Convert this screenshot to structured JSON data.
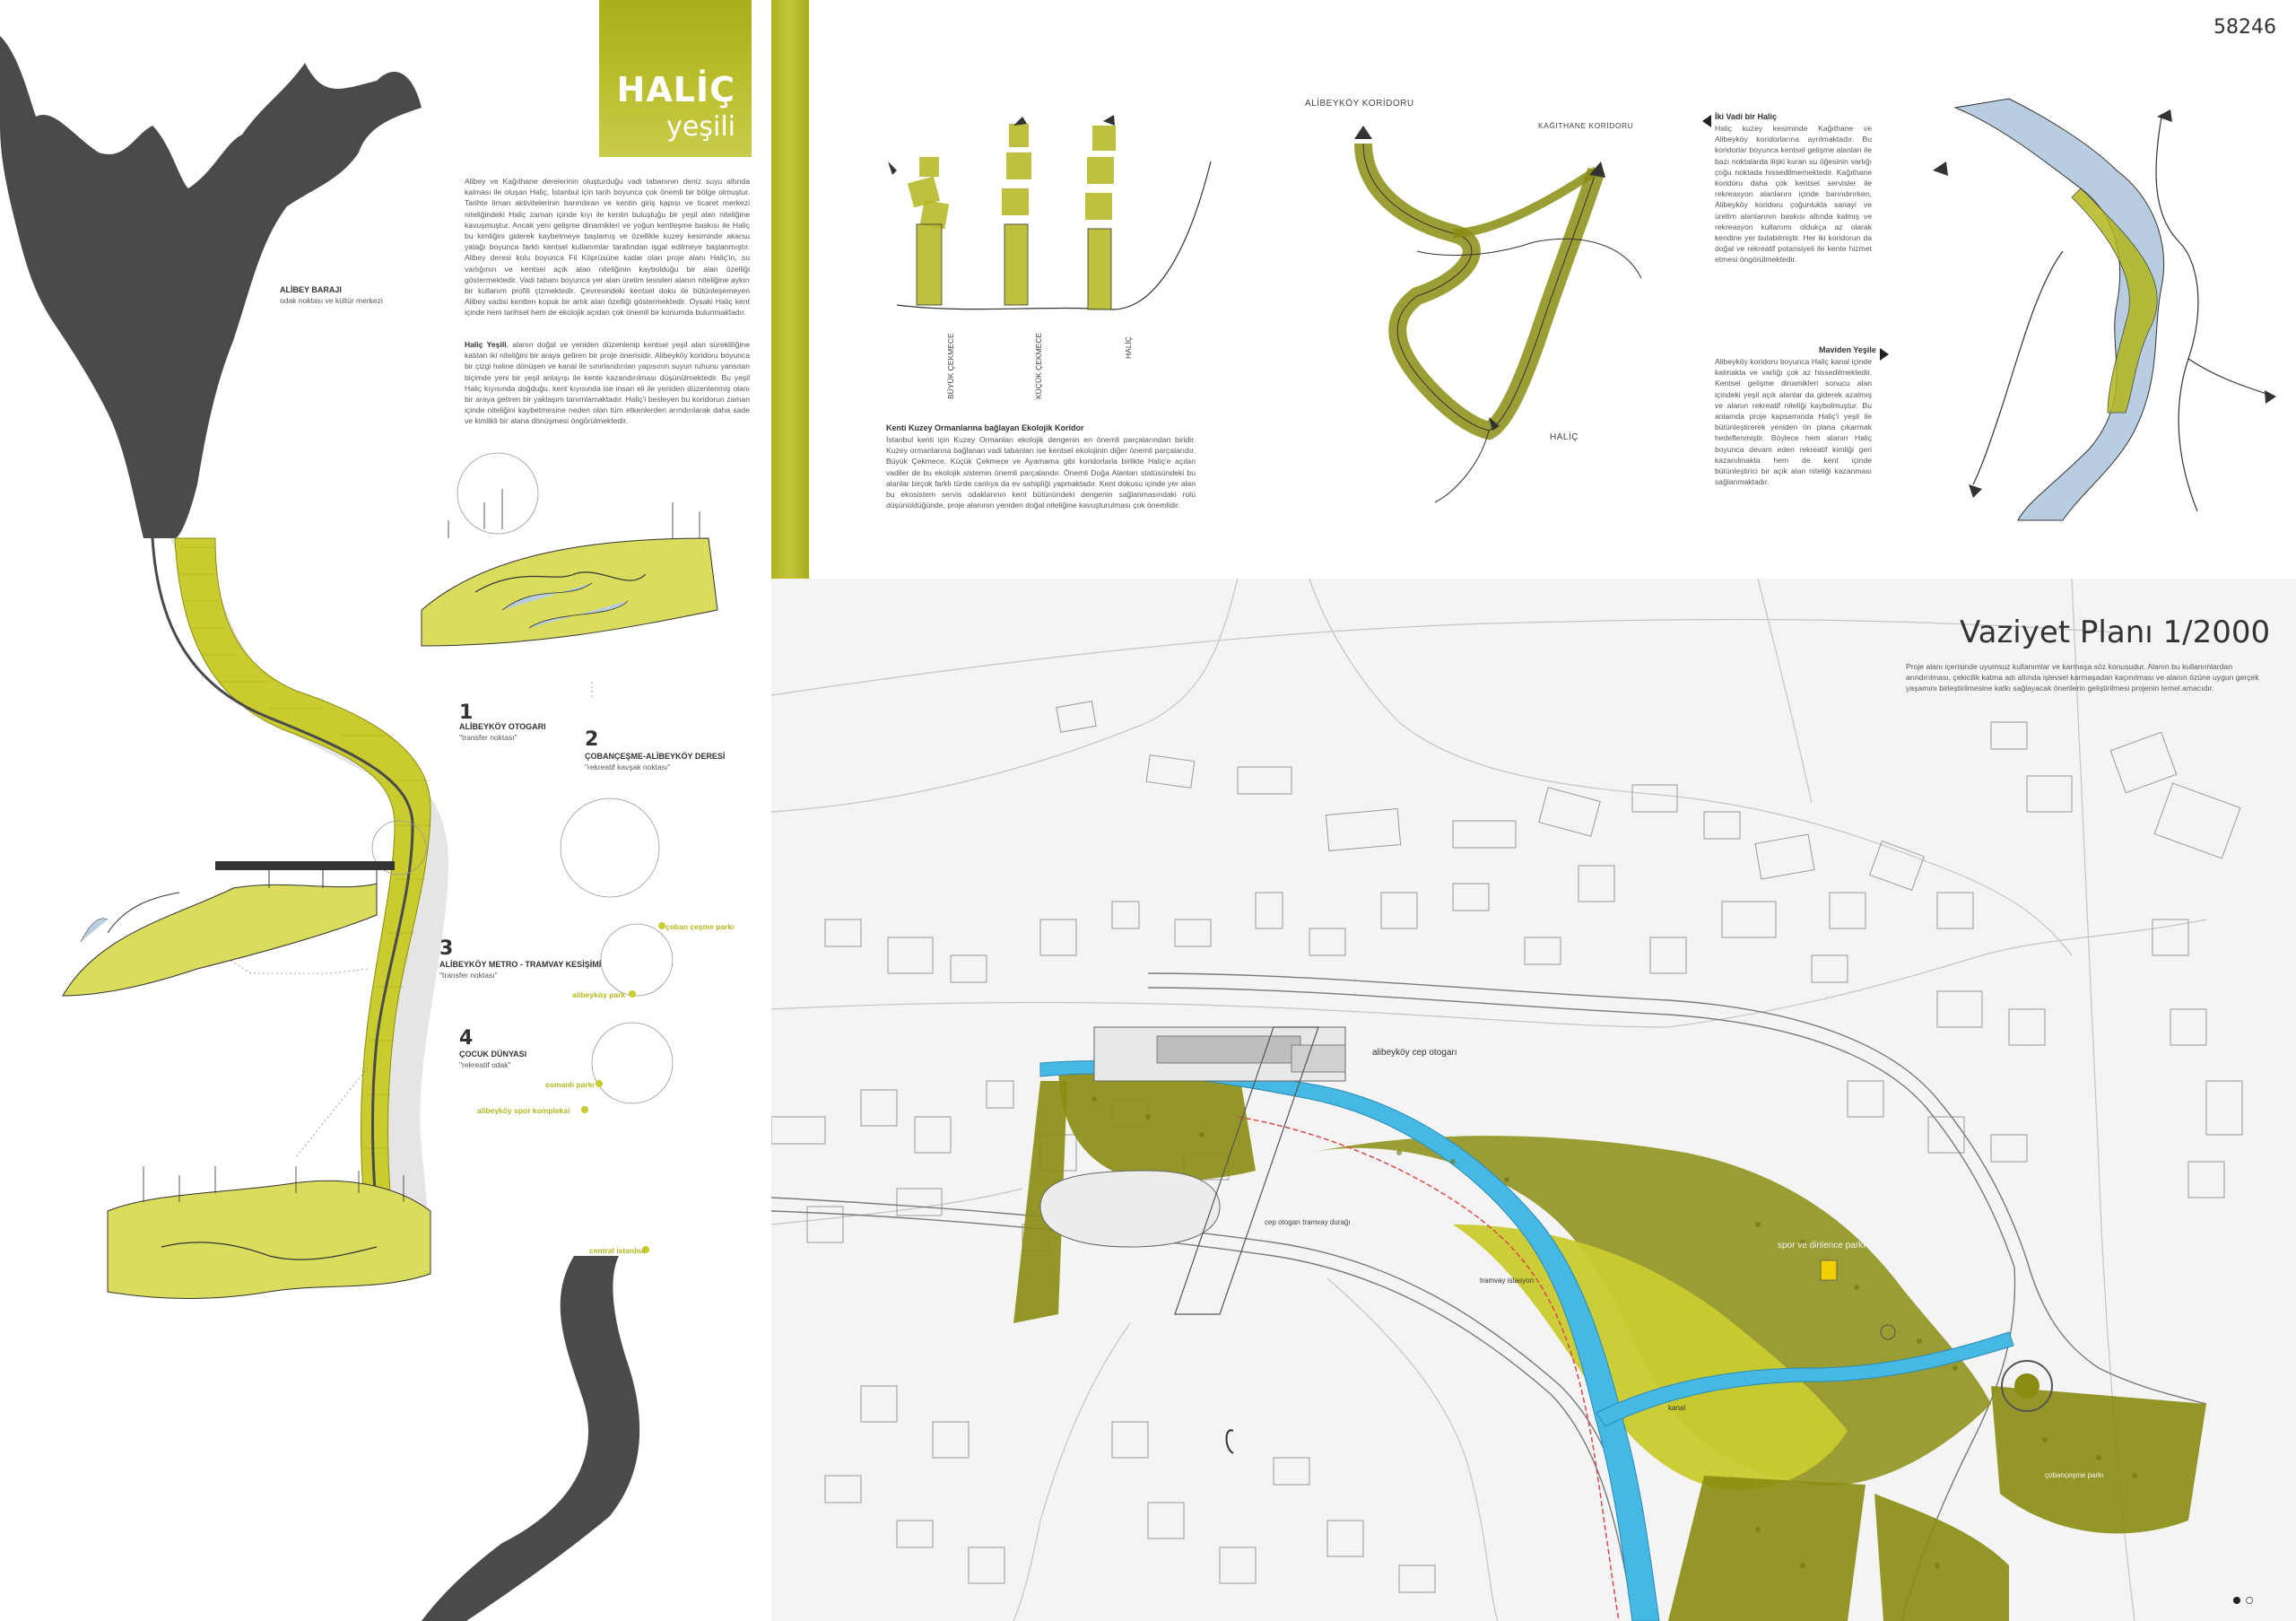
{
  "page_number": "58246",
  "title": {
    "main": "HALİÇ",
    "sub": "yeşili"
  },
  "intro": {
    "p1": "Alibey ve Kağıthane derelerinin oluşturduğu vadi tabanının deniz suyu altında kalması ile oluşan Haliç, İstanbul için tarih boyunca çok önemli bir bölge olmuştur. Tarihte liman aktivitelerinin barındıran ve kentin giriş kapısı ve ticaret merkezi niteliğindeki Haliç zaman içinde kıyı ile kentin buluştuğu bir yeşil alan niteliğine kavuşmuştur. Ancak yeni gelişme dinamikleri ve yoğun kentleşme baskısı ile Haliç bu kimliğini giderek kaybetmeye başlamış ve özellikle kuzey kesiminde akarsu yatağı boyunca farklı kentsel kullanımlar tarafından işgal edilmeye başlanmıştır. Alibey deresi kolu boyunca Fil Köprüsüne kadar olan proje alanı Haliç'in, su varlığının ve kentsel açık alan niteliğinin kaybolduğu bir alan özelliği göstermektedir. Vadi tabanı boyunca yer alan üretim tesisleri alanın niteliğine aykırı bir kullanım profili çizmektedir. Çevresindeki kentsel doku ile bütünleşemeyen Alibey vadisi kentten kopuk bir artık alan özelliği göstermektedir. Oysaki Haliç kent içinde hem tarihsel hem de ekolojik açıdan çok önemli bir konumda bulunmaktadır.",
    "p2_bold": "Haliç Yeşili",
    "p2": ", alanın doğal ve yeniden düzenlenip kentsel yeşil alan sürekliliğine katılan iki niteliğini bir araya getiren bir proje önerisidir. Alibeyköy koridoru boyunca bir çizgi haline dönüşen ve kanal ile sınırlandırılan yapısının suyun ruhunu yansıtan biçimde yeni bir yeşil anlayışı ile kente kazandırılması düşünülmektedir. Bu yeşil Haliç kıyısında doğduğu, kent kıyısında ise insan eli ile yeniden düzenlenmiş olanı bir araya getiren bir yaklaşım tanımlamaktadır. Haliç'i besleyen bu koridorun zaman içinde niteliğini kaybetmesine neden olan tüm etkenlerden arındırılarak daha sade ve kimlikli bir alana dönüşmesi öngörülmektedir."
  },
  "left_labels": {
    "alibey_title": "ALİBEY BARAJI",
    "alibey_sub": "odak noktası ve kültür merkezi",
    "n1": "1",
    "n1_title": "ALİBEYKÖY OTOGARI",
    "n1_sub": "\"transfer noktası\"",
    "n2": "2",
    "n2_title": "ÇOBANÇEŞME-ALİBEYKÖY DERESİ",
    "n2_sub": "\"rekreatif kavşak noktası\"",
    "n3": "3",
    "n3_title": "ALİBEYKÖY METRO - TRAMVAY KESİŞİMİ",
    "n3_sub": "\"transfer noktası\"",
    "n4": "4",
    "n4_title": "ÇOCUK DÜNYASI",
    "n4_sub": "\"rekreatif odak\"",
    "y1": "çoban çeşme parkı",
    "y2": "alibeyköy park",
    "y3": "osmanlı parkı",
    "y4": "alibeyköy spor kompleksi",
    "y5": "central istanbul"
  },
  "sketch": {
    "rot1": "BÜYÜK ÇEKMECE",
    "rot2": "KÜÇÜK ÇEKMECE",
    "rot3": "HALİÇ",
    "eco_title": "Kenti Kuzey Ormanlarına bağlayan Ekolojik Koridor",
    "eco_text": "İstanbul kenti için Kuzey Ormanları ekolojik dengenin en önemli parçalarından biridir. Kuzey ormanlarına bağlanan vadi tabanları ise kentsel ekolojinin diğer önemli parçalarıdır. Büyük Çekmece, Küçük Çekmece ve Ayamama gibi koridorlarla birlikte Haliç'e açılan vadiler de bu ekolojik sistemin önemli parçalarıdır. Önemli Doğa Alanları statüsündeki bu alanlar birçok farklı türde canlıya da ev sahipliği yapmaktadır. Kent dokusu içinde yer alan bu ekosistem servis odaklarının kent bütünündeki dengenin sağlanmasındaki rolü düşünüldüğünde, proje alanının yeniden doğal niteliğine kavuşturulması çok önemlidir.",
    "koridor1": "ALİBEYKÖY KORİDORU",
    "koridor2": "KAĞITHANE KORİDORU",
    "halic": "HALİÇ",
    "iki_title": "İki Vadi bir Haliç",
    "iki_text": "Haliç kuzey kesiminde Kağıthane ve Alibeyköy koridorlarına ayrılmaktadır. Bu koridorlar boyunca kentsel gelişme alanları ile bazı noktalarda ilişki kuran su öğesinin varlığı çoğu noktada hissedilmemektedir. Kağıthane koridoru daha çok kentsel servisler ile rekreasyon alanlarını içinde barındırırken, Alibeyköy koridoru çoğunlukla sanayi ve üretim alanlarının baskısı altında kalmış ve rekreasyon kullanımı oldukça az olarak kendine yer bulabilmiştir. Her iki koridorun da doğal ve rekreatif potansiyeli ile kente hizmet etmesi öngörülmektedir.",
    "mavi_title": "Maviden Yeşile",
    "mavi_text": "Alibeyköy koridoru boyunca Haliç kanal içinde kalmakta ve varlığı çok az hissedilmektedir. Kentsel gelişme dinamikleri sonucu alan içindeki yeşil açık alanlar da giderek azalmış ve alanın rekreatif niteliği kaybolmuştur. Bu anlamda proje kapsamında Haliç'i yeşil ile bütünleştirerek yeniden ön plana çıkarmak hedeflenmiştir. Böylece hem alanın Haliç boyunca devam eden rekreatif kimliği geri kazanılmakta hem de kent içinde bütünleştirici bir açık alan niteliği kazanması sağlanmaktadır."
  },
  "plan": {
    "title": "Vaziyet Planı  1/2000",
    "desc": "Proje alanı içerisinde uyumsuz kullanımlar ve karmaşa söz konusudur. Alanın bu kullanımlardan arındırılması, çekicilik katma adı altında işlevsel karmaşadan kaçınılması ve alanın özüne uygun gerçek yaşamını birleştirilmesine katkı sağlayacak önerilerin geliştirilmesi projenin temel amacıdır.",
    "l_otogar": "alibeyköy cep otogarı",
    "l_tramvay_dur": "cep otogarı tramvay durağı",
    "l_tramvay_hatti": "tramvay istasyon",
    "l_spor": "spor ve dinlence parkı",
    "l_kanal": "kanal",
    "l_cocuk": "çobançeşme parkı"
  },
  "colors": {
    "olive": "#8a8c12",
    "lime": "#c9cb2e",
    "pale_lime": "#d9dc5c",
    "water": "#45b8e3",
    "dark_gray": "#4a4a4a"
  }
}
